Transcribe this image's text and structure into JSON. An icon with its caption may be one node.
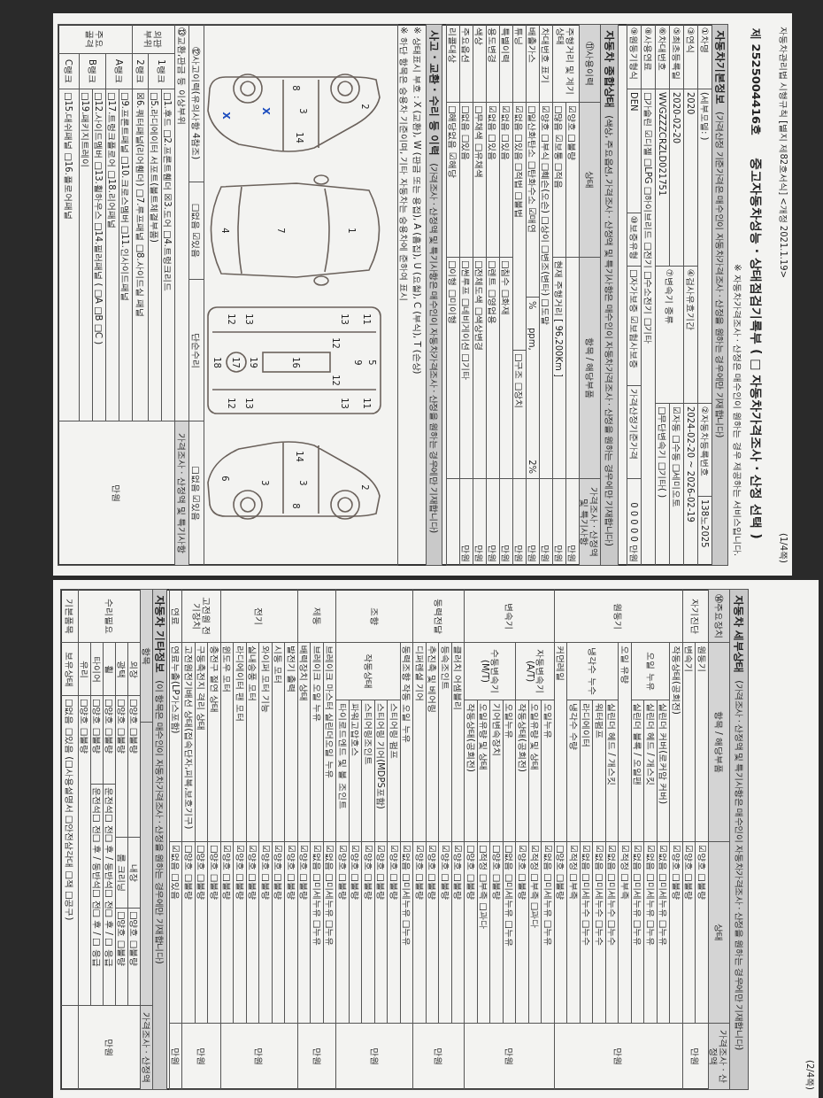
{
  "diagram": {
    "labels": [
      "자동차관리법 시행규칙 [별지 제82호서식] <개정 2021.1.19>",
      "(1/4쪽)",
      "제 2525004416호",
      "중고자동차성능 · 상태점검기록부 ( □ 자동차가격조사 · 산정 선택 )",
      "※ 자동차가격조사 · 산정은 매수인이 원하는 경우 제공하는 서비스입니다.",
      "자동차기본정보",
      "(가격산정 기준가격은 매수인이 자동차가격조사 · 산정을 원하는 경우에만 기재합니다)",
      "①차명",
      "(세부모델: )",
      "②자동차등록번호",
      "138노2025",
      "③연식",
      "2020",
      "④검사유효기간",
      "2024-02-20 ~ 2026-02-19",
      "⑤최초등록일",
      "2020-02-20",
      "⑦변속기 종류",
      "☑자동 □수동 □세미오토",
      "⑥차대번호",
      "WVGZZZCRZLD021751",
      "□무단변속기 □기타(      )",
      "⑧사용연료",
      "□가솔린 ☑디젤 □LPG □하이브리드 □전기 □수소전기 □기타",
      "⑨원동기형식",
      "DEN",
      "⑩보증유형",
      "□자가보증 ☑보험사보증",
      "가격산정기준가격",
      "0 0 0 0 0 만원",
      "자동차 종합상태",
      "(색상, 주요옵션, 가격조사 · 산정액 및 특기사항은 매수인이 자동차가격조사 · 산정을 원하는 경우에만 기재합니다)",
      "⑪사용이력",
      "상태",
      "항목 / 해당부품",
      "가격조사 · 산정액 및 특기사항",
      "주행거리 및 계기상태",
      "☑양호 □불량",
      "만원",
      "□많음 ☑보통 □적음",
      "현재 주행거리 [ 96,200Km ]",
      "만원",
      "차대번호 표기",
      "☑양호 □부식 □훼손(오손) □상이 □변조(변타) □도말",
      "만원",
      "배출가스",
      "□일산화탄소 □탄화수소 ☑매연",
      "%",
      "ppm,",
      "2%",
      "만원",
      "튜닝",
      "☑없음 □있음 □적법 □불법",
      "□구조 □장치",
      "만원",
      "특별이력",
      "☑없음 □있음",
      "□침수 □화재",
      "만원",
      "용도변경",
      "☑없음 □있음",
      "□렌트 □영업용",
      "만원",
      "색상",
      "□무채색 □유채색",
      "□전체도색 □색상변경",
      "만원",
      "주요옵션",
      "□없음 □있음",
      "□썬루프 □네비게이션 □기타",
      "만원",
      "리콜대상",
      "□해당없음 ☑해당",
      "□이행 □미이행",
      "사고 · 교환 · 수리 등 이력",
      "(가격조사 · 산정액 및 특기사항은 매수인이 자동차가격조사 · 산정을 원하는 경우에만 기재합니다)",
      "※ 상태표시 부호 : X (교환), W (판금 또는 용접), A (흠집), U (요철), C (부식), T (손상)",
      "※ 하단 항목은 승용차 기준이며, 기타 자동차는 승용차에 준하여 표시",
      "2",
      "8",
      "3",
      "X",
      "14",
      "X",
      "1",
      "7",
      "4",
      "11",
      "5",
      "9",
      "11",
      "13",
      "13",
      "12",
      "12",
      "16",
      "19",
      "13",
      "13",
      "12",
      "17",
      "12",
      "18",
      "2",
      "14",
      "3",
      "8",
      "3",
      "6",
      "⑫사고이력(유의사항 4참조)",
      "□없음 ☑있음",
      "단순수리",
      "□없음 ☑있음",
      "⑬교환,판금 등 이상부위",
      "가격조사 · 산정액 및 특기사항",
      "외판 부위",
      "1랭크",
      "□1.후드 □2.프론트휀더 ☒3.도어 □4.트렁크리드",
      "□5.라디에이터 서포트(볼트체결부품)",
      "2랭크",
      "☒6.쿼터패널(리어휀더) □7.루프패널 □8.사이드실 패널",
      "주요 골격",
      "A랭크",
      "□9.프론트패널 □10.크로스멤버 □11.인사이드패널",
      "□17.트렁크플로어 □18.리어패널",
      "B랭크",
      "□12.사이드멤버 □13.휠하우스 □14.필러패널 ( □A □B □C )",
      "□19.패키지트레이",
      "C랭크",
      "□15.대쉬패널 □16.플로어패널",
      "만원",
      "(2/4쪽)",
      "자동차 세부상태",
      "(가격조사 · 산정액 및 특기사항은 매수인이 자동차가격조사 · 산정을 원하는 경우에만 기재합니다)",
      "⑭주요장치",
      "항목 / 해당부품",
      "상태",
      "가격조사 · 산정액",
      "자기진단",
      "원동기",
      "☑양호 □불량",
      "만원",
      "변속기",
      "☑양호 □불량",
      "원동기",
      "작동상태(공회전)",
      "☑양호 □불량",
      "만원",
      "오일 누유",
      "실린더 커버(로커암 커버)",
      "☑없음 □미세누유 □누유",
      "실린더 헤드 / 개스킷",
      "☑없음 □미세누유 □누유",
      "실린더 블록 / 오일팬",
      "☑없음 □미세누유 □누유",
      "오일 유량",
      "☑적정 □부족",
      "냉각수 누수",
      "실린더 헤드 / 개스킷",
      "☑없음 □미세누수 □누수",
      "워터펌프",
      "☑없음 □미세누수 □누수",
      "라디에이터",
      "☑없음 □미세누수 □누수",
      "냉각수 수량",
      "☑적정 □부족",
      "커먼레일",
      "□양호 □불량",
      "변속기",
      "자동변속기 (A/T)",
      "오일누유",
      "☑없음 □미세누유 □누유",
      "만원",
      "오일유량 및 상태",
      "☑적정 □부족 □과다",
      "작동상태(공회전)",
      "☑양호 □불량",
      "수동변속기 (M/T)",
      "오일누유",
      "□없음 □미세누유 □누유",
      "기어변속장치",
      "□양호 □불량",
      "오일유량 및 상태",
      "□적정 □부족 □과다",
      "작동상태(공회전)",
      "□양호 □불량",
      "동력전달",
      "클러치 어셈블리",
      "☑양호 □불량",
      "만원",
      "등속조인트",
      "☑양호 □불량",
      "추진축 및 베어링",
      "☑양호 □불량",
      "디퍼렌셜 기어",
      "☑양호 □불량",
      "조향",
      "동력조향 작동 오일 누유",
      "☑없음 □미세누유 □누유",
      "만원",
      "작동상태",
      "스티어링 펌프",
      "☑양호 □불량",
      "스티어링 기어(MDPS포함)",
      "☑양호 □불량",
      "스티어링조인트",
      "☑양호 □불량",
      "파워고압호스",
      "☑양호 □불량",
      "타이로드엔드 및 볼 조인트",
      "☑양호 □불량",
      "제동",
      "브레이크 마스터 실린더오일 누유",
      "☑없음 □미세누유 □누유",
      "만원",
      "브레이크 오일 누유",
      "☑없음 □미세누유 □누유",
      "배력장치 상태",
      "☑양호 □불량",
      "전기",
      "발전기 출력",
      "☑양호 □불량",
      "만원",
      "시동 모터",
      "☑양호 □불량",
      "와이퍼 모터 기능",
      "☑양호 □불량",
      "실내송풍 모터",
      "☑양호 □불량",
      "라디에이터 팬 모터",
      "☑양호 □불량",
      "윈도우 모터",
      "☑양호 □불량",
      "고전원 전기장치",
      "충전구 절연 상태",
      "□양호 □불량",
      "만원",
      "구동축전지 격리 상태",
      "□양호 □불량",
      "고전원전기배선 상태(접속단자,피복,보호기구)",
      "□양호 □불량",
      "연료",
      "연료누출(LP가스포함)",
      "☑없음 □있음",
      "만원",
      "자동차 기타정보",
      "(이 항목은 매수인이 자동차가격조사 · 산정을 원하는 경우에만 기재합니다)",
      "항목",
      "가격조사 · 산정액",
      "수리필요",
      "외장",
      "□양호 □불량",
      "내장",
      "□양호 □불량",
      "만원",
      "광택",
      "□양호 □불량",
      "룸 크리닝",
      "□양호 □불량",
      "휠",
      "□양호 □불량",
      "운전석□ 전□ 후 / 동반석□ 전□ 후 / □ 응급",
      "타이어",
      "□양호 □불량",
      "운전석□ 전□ 후 / 동반석□ 전□ 후 / □ 응급",
      "유리",
      "□양호 □불량",
      "기본품목",
      "보유상태",
      "□없음 □있음 (□사용설명서 □안전삼각대 □잭 □공구)"
    ]
  }
}
